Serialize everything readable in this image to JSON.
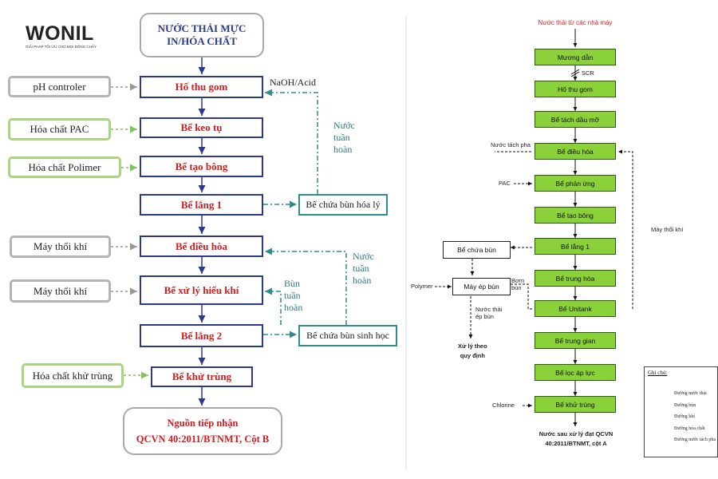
{
  "logo": {
    "brand": "WONIL",
    "tagline": "GIẢI PHÁP TỐI ƯU CHO MỌI ĐÔNG CHẢY"
  },
  "left": {
    "top_box": {
      "line1": "NƯỚC THẢI MỰC",
      "line2": "IN/HÓA CHẤT"
    },
    "main_steps": [
      "Hố thu gom",
      "Bể keo tụ",
      "Bể tạo bông",
      "Bể lắng 1",
      "Bể điều hòa",
      "Bể xử lý hiếu khí",
      "Bể lắng 2",
      "Bể khử trùng"
    ],
    "side_inputs": [
      "pH controler",
      "Hóa chất PAC",
      "Hóa chất Polimer",
      "Máy thổi khí",
      "Máy thổi khí",
      "Hóa chất khử trùng"
    ],
    "sludge_tanks": [
      "Bể chứa bùn hóa lý",
      "Bể chứa bùn sinh học"
    ],
    "labels": {
      "naoh": "NaOH/Acid",
      "recycle1": [
        "Nước",
        "tuần",
        "hoàn"
      ],
      "recycle2": [
        "Nước",
        "tuần",
        "hoàn"
      ],
      "sludge_recycle": [
        "Bùn",
        "tuần",
        "hoàn"
      ]
    },
    "output": {
      "line1": "Nguồn tiếp nhận",
      "line2": "QCVN 40:2011/BTNMT, Cột B"
    }
  },
  "right": {
    "source": "Nước thải từ các nhà máy",
    "steps": [
      "Mương dẫn",
      "Hố thu gom",
      "Bể tách dầu mỡ",
      "Bể điều hòa",
      "Bể phản ứng",
      "Bể tạo bông",
      "Bể lắng 1",
      "Bể trung hòa",
      "Bể Unitank",
      "Bể trung gian",
      "Bể lọc áp lực",
      "Bể khử trùng"
    ],
    "sludge_tank": "Bể chứa bùn",
    "press": "Máy ép bùn",
    "labels": {
      "scr": "SCR",
      "separated": "Nước tách pha",
      "pac": "PAC",
      "blower": "Máy thổi khí",
      "polymer": "Polymer",
      "pump_sludge": [
        "Bơm",
        "bùn"
      ],
      "press_water": [
        "Nước thải",
        "ép bùn"
      ],
      "disposal": [
        "Xử lý theo",
        "quy định"
      ],
      "chlorine": "Chlorine"
    },
    "output": [
      "Nước sau xử lý đạt QCVN",
      "40:2011/BTNMT, cột A"
    ],
    "legend": {
      "title": "Ghi chú:",
      "items": [
        "Đường nước thải",
        "Đường bùn",
        "Đường khí",
        "Đường hóa chất",
        "Đường nước tách pha"
      ]
    }
  },
  "colors": {
    "main_border": "#2b3a8c",
    "main_text": "#d11d1d",
    "teal": "#2f8d8d",
    "green_fill": "#8bd13a",
    "source_red": "#e02020"
  }
}
